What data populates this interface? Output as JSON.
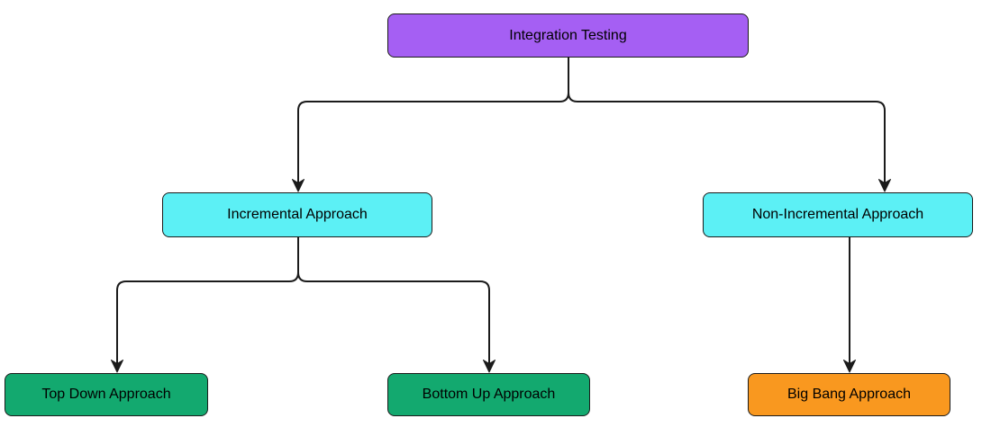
{
  "diagram": {
    "type": "flowchart",
    "title": "Integration Testing",
    "background_color": "#ffffff",
    "line_color": "#1b1b1b",
    "text_color": "#000000",
    "nodes": [
      {
        "id": "integration-testing",
        "label": "Integration Testing",
        "fill": "#a55ff3",
        "level": 0
      },
      {
        "id": "incremental",
        "label": "Incremental Approach",
        "fill": "#5cf0f5",
        "level": 1
      },
      {
        "id": "non-incremental",
        "label": "Non-Incremental Approach",
        "fill": "#5cf0f5",
        "level": 1
      },
      {
        "id": "top-down",
        "label": "Top Down Approach",
        "fill": "#13a96f",
        "level": 2
      },
      {
        "id": "bottom-up",
        "label": "Bottom Up Approach",
        "fill": "#13a96f",
        "level": 2
      },
      {
        "id": "big-bang",
        "label": "Big Bang Approach",
        "fill": "#f9981f",
        "level": 2
      }
    ],
    "edges": [
      {
        "from": "Integration Testing",
        "to": "Incremental Approach"
      },
      {
        "from": "Integration Testing",
        "to": "Non-Incremental Approach"
      },
      {
        "from": "Incremental Approach",
        "to": "Top Down Approach"
      },
      {
        "from": "Incremental Approach",
        "to": "Bottom Up Approach"
      },
      {
        "from": "Non-Incremental Approach",
        "to": "Big Bang Approach"
      }
    ]
  }
}
